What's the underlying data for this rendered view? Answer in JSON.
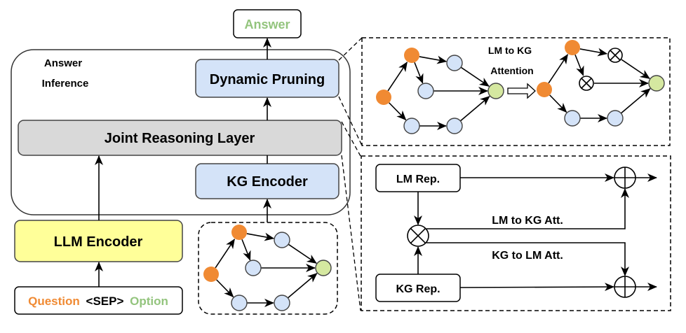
{
  "colors": {
    "orange": "#f08a33",
    "green_node": "#d5e8a0",
    "blue_node": "#d4e3f8",
    "blue_box": "#d4e3f8",
    "gray_box": "#d9d9d9",
    "yellow_box": "#ffff99",
    "answer_text": "#93c47d",
    "question_text": "#f08a33",
    "option_text": "#93c47d"
  },
  "answer": {
    "label": "Answer"
  },
  "answer_inference": {
    "title_line1": "Answer",
    "title_line2": "Inference"
  },
  "dynamic_pruning": {
    "label": "Dynamic Pruning"
  },
  "joint_reasoning": {
    "label": "Joint Reasoning Layer"
  },
  "kg_encoder": {
    "label": "KG Encoder"
  },
  "llm_encoder": {
    "label": "LLM Encoder"
  },
  "input": {
    "question": "Question",
    "sep": "<SEP>",
    "option": "Option"
  },
  "pruning_panel": {
    "attention_line1": "LM to KG",
    "attention_line2": "Attention"
  },
  "fusion_panel": {
    "lm_rep": "LM Rep.",
    "kg_rep": "KG Rep.",
    "lm_to_kg": "LM to KG Att.",
    "kg_to_lm": "KG to LM Att."
  }
}
